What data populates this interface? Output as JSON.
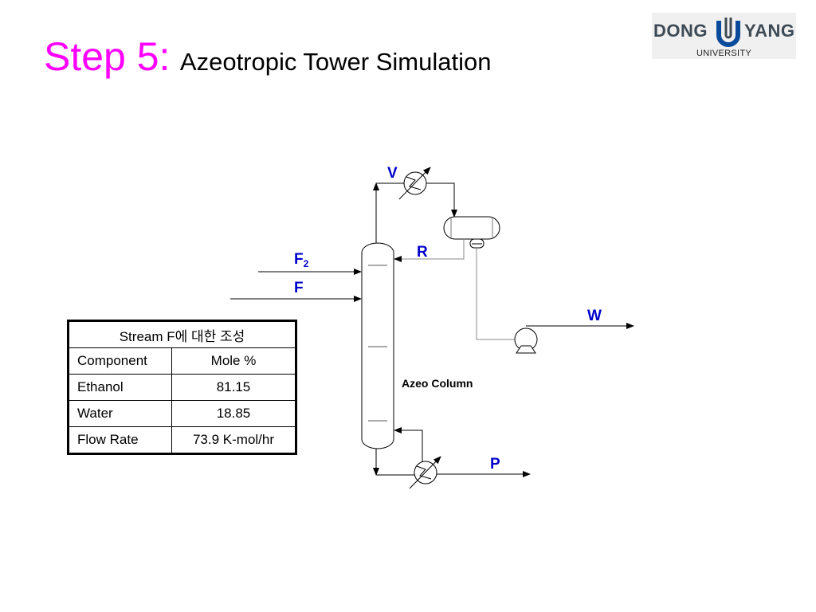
{
  "title": {
    "step": "Step 5:",
    "subtitle": "Azeotropic Tower Simulation"
  },
  "logo": {
    "left": "DONG",
    "right": "YANG",
    "sub": "UNIVERSITY"
  },
  "diagram": {
    "labels": {
      "V": "V",
      "R": "R",
      "F2_main": "F",
      "F2_sub": "2",
      "F": "F",
      "W": "W",
      "P": "P",
      "column": "Azeo Column"
    },
    "label_color": "#0000cc"
  },
  "table": {
    "title": "Stream F에 대한 조성",
    "headers": [
      "Component",
      "Mole %"
    ],
    "rows": [
      [
        "Ethanol",
        "81.15"
      ],
      [
        "Water",
        "18.85"
      ],
      [
        "Flow Rate",
        "73.9 K-mol/hr"
      ]
    ]
  }
}
